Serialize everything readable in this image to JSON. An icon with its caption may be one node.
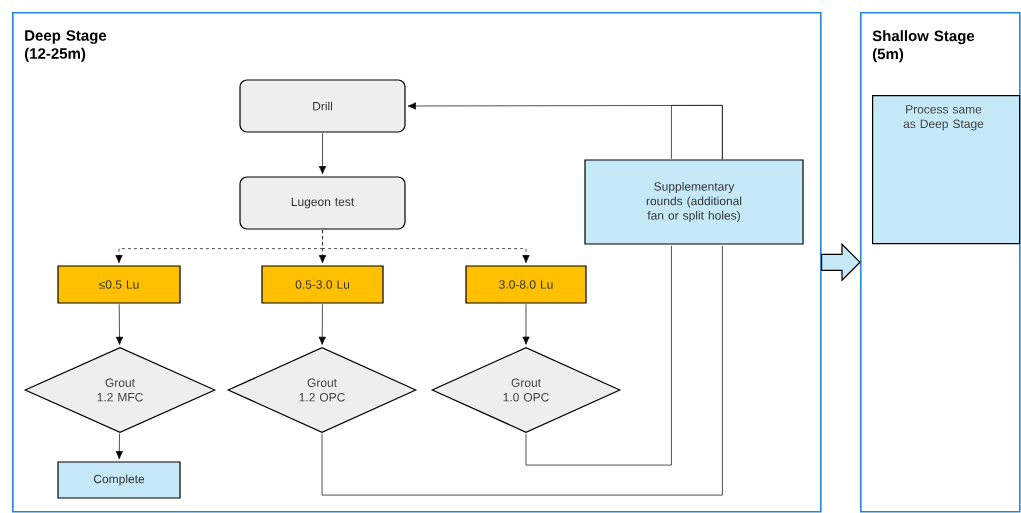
{
  "diagram": {
    "nodes": [
      {
        "text": [
          "Deep Stage (12-25m)"
        ]
      },
      {
        "text": [
          "Drill"
        ],
        "in": 0
      },
      {
        "text": [
          "Lugeon test"
        ],
        "in": 0
      },
      {
        "text": [
          "Supplementary rounds (additional fan or split holes)"
        ],
        "in": 0
      },
      {
        "text": [
          "≤0.5 Lu"
        ],
        "in": 0
      },
      {
        "text": [
          "0.5-3.0 Lu"
        ],
        "in": 0
      },
      {
        "text": [
          "3.0-8.0 Lu"
        ],
        "in": 0
      },
      {
        "text": [
          "Grout 1.2 MFC"
        ],
        "in": 0
      },
      {
        "text": [
          "Grout 1.2 OPC"
        ],
        "in": 0
      },
      {
        "text": [
          "Grout 1.0 OPC"
        ],
        "in": 0
      },
      {
        "text": [
          "Complete"
        ],
        "in": 0
      },
      {
        "text": [
          "Shallow Stage (5m)"
        ]
      },
      {
        "text": [
          "Process same as Deep Stage"
        ],
        "in": 11
      }
    ],
    "edges": [
      {
        "from": 1,
        "to": 2,
        "arrow": "to"
      },
      {
        "from": 2,
        "to": 4,
        "arrow": "to",
        "style": "dashed"
      },
      {
        "from": 2,
        "to": 5,
        "arrow": "to",
        "style": "dashed"
      },
      {
        "from": 2,
        "to": 6,
        "arrow": "to",
        "style": "dashed"
      },
      {
        "from": 4,
        "to": 7,
        "arrow": "to"
      },
      {
        "from": 5,
        "to": 8,
        "arrow": "to"
      },
      {
        "from": 6,
        "to": 9,
        "arrow": "to"
      },
      {
        "from": 7,
        "to": 10,
        "arrow": "to"
      },
      {
        "from": 9,
        "to": 3,
        "arrow": "none"
      },
      {
        "from": 8,
        "to": 3,
        "arrow": "none"
      },
      {
        "from": 3,
        "to": 1,
        "arrow": "to"
      },
      {
        "from": 0,
        "to": 11,
        "arrow": "to",
        "style": "thick",
        "color": "#c6e9f8"
      }
    ]
  }
}
